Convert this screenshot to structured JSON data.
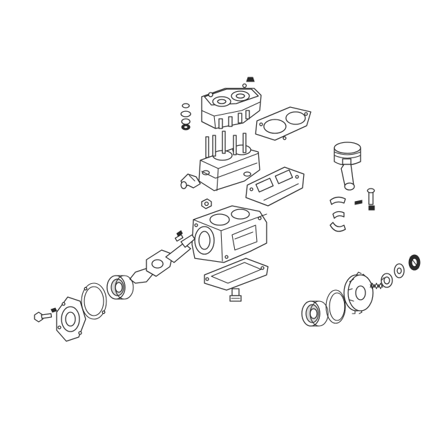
{
  "diagram": {
    "background": "#ffffff",
    "line_color": "#2a2a2a",
    "parts": [
      "cylinder-head",
      "head-nut",
      "washer-stack",
      "head-gasket",
      "valve-plate",
      "valve-plate-gasket",
      "elbow-fitting",
      "piston",
      "connecting-rod",
      "rod-bolt",
      "rod-bearing-shells",
      "crankcase",
      "crankcase-nut",
      "base-gasket",
      "drain-plug",
      "crankshaft",
      "main-bearing-left",
      "seal-ring-left",
      "end-cover",
      "cover-bolt",
      "drive-gear",
      "main-bearing-right",
      "seal-ring-right",
      "spring",
      "shaft-nut",
      "spacer",
      "lock-ring"
    ]
  }
}
